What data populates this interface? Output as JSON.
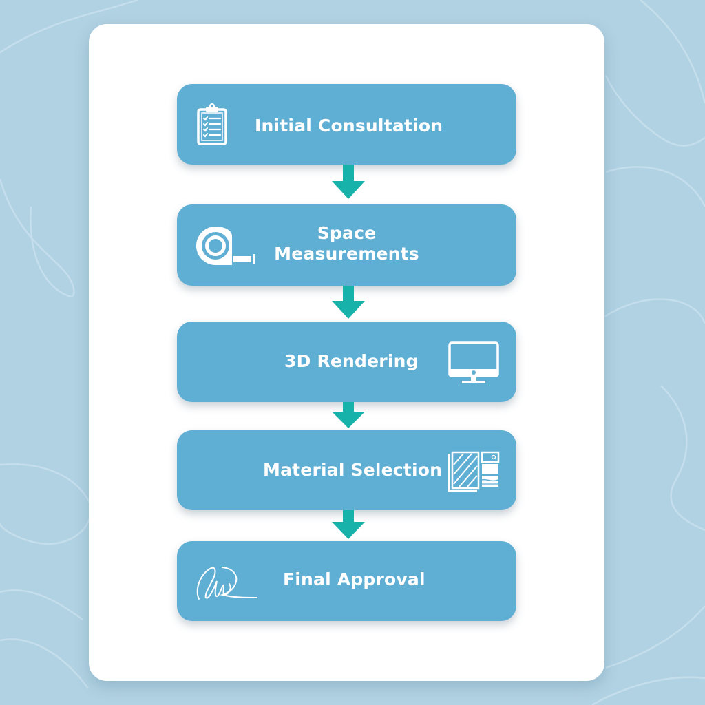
{
  "colors": {
    "background": "#b1d2e3",
    "card": "#ffffff",
    "step_fill": "#5faed3",
    "arrow": "#17b3ab",
    "text": "#ffffff"
  },
  "flow": {
    "steps": [
      {
        "label": "Initial Consultation",
        "icon": "clipboard-checklist-icon"
      },
      {
        "label_line1": "Space",
        "label_line2": "Measurements",
        "icon": "tape-measure-icon"
      },
      {
        "label": "3D Rendering",
        "icon": "desktop-monitor-icon"
      },
      {
        "label": "Material Selection",
        "icon": "material-swatches-icon"
      },
      {
        "label": "Final Approval",
        "icon": "signature-icon"
      }
    ],
    "connectors": [
      {
        "icon": "arrow-down-icon"
      },
      {
        "icon": "arrow-down-icon"
      },
      {
        "icon": "arrow-down-icon"
      },
      {
        "icon": "arrow-down-icon"
      }
    ]
  }
}
